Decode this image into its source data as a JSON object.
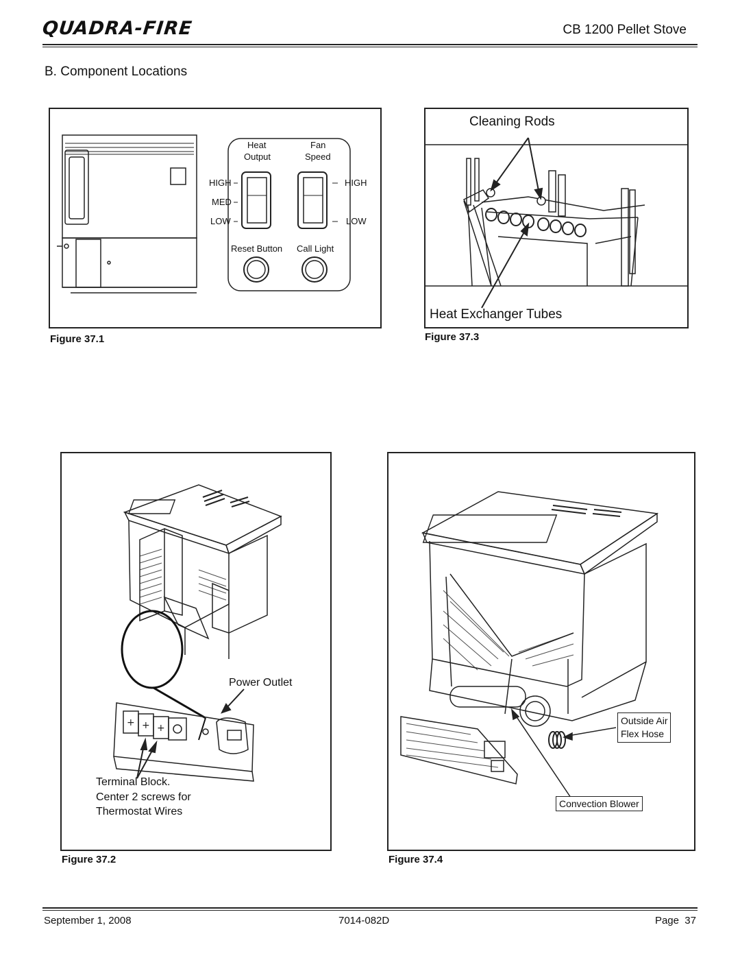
{
  "header": {
    "brand": "QUADRA-FIRE",
    "doc_title": "CB 1200 Pellet Stove"
  },
  "section_title": "B. Component Locations",
  "fig1": {
    "label": "Figure 37.1",
    "heat_output_line1": "Heat",
    "heat_output_line2": "Output",
    "fan_speed_line1": "Fan",
    "fan_speed_line2": "Speed",
    "high_left": "HIGH",
    "med": "MED",
    "low_left": "LOW",
    "high_right": "HIGH",
    "low_right": "LOW",
    "reset_button": "Reset Button",
    "call_light": "Call Light"
  },
  "fig3": {
    "label": "Figure 37.3",
    "cleaning_rods": "Cleaning Rods",
    "heat_exchanger": "Heat Exchanger Tubes"
  },
  "fig2": {
    "label": "Figure 37.2",
    "power_outlet": "Power Outlet",
    "terminal_line1": "Terminal Block.",
    "terminal_line2": "Center 2 screws for",
    "terminal_line3": "Thermostat Wires"
  },
  "fig4": {
    "label": "Figure 37.4",
    "outside_air_line1": "Outside Air",
    "outside_air_line2": "Flex Hose",
    "convection_blower": "Convection Blower"
  },
  "footer": {
    "date": "September 1, 2008",
    "doc_number": "7014-082D",
    "page": "Page  37"
  }
}
